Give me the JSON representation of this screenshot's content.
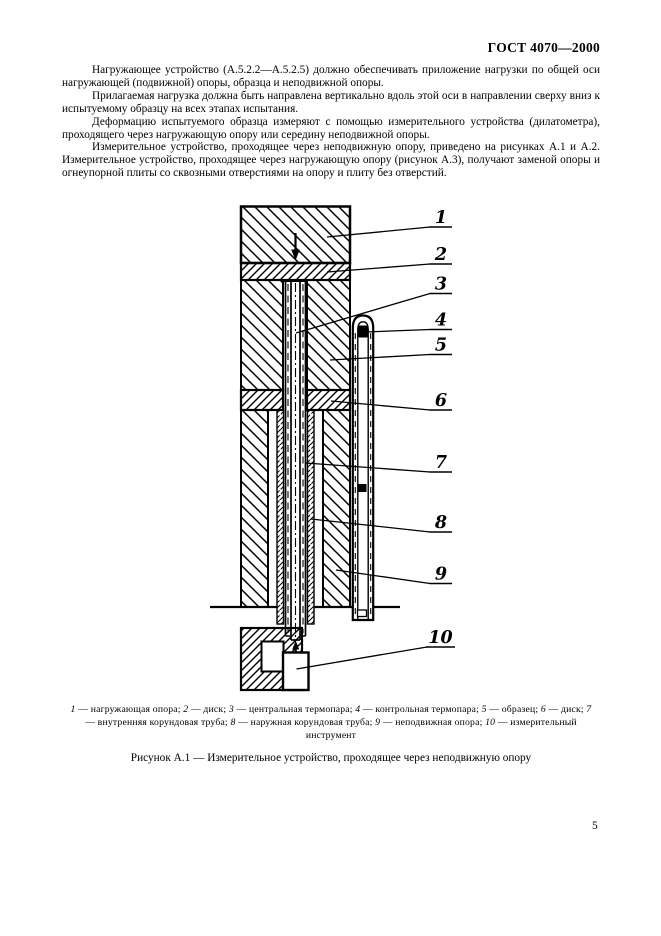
{
  "doc": {
    "standard": "ГОСТ 4070—2000",
    "page_number": "5",
    "paragraphs": [
      "Нагружающее устройство (А.5.2.2—А.5.2.5) должно обеспечивать приложение нагрузки по общей оси нагружающей (подвижной) опоры, образца и неподвижной опоры.",
      "Прилагаемая нагрузка должна быть направлена вертикально вдоль этой оси в направлении сверху вниз к испытуемому образцу на всех этапах испытания.",
      "Деформацию испытуемого образца измеряют с помощью измерительного устройства (дилатометра), проходящего через нагружающую опору или середину неподвижной опоры.",
      "Измерительное устройство, проходящее через неподвижную опору, приведено на рисунках А.1 и А.2. Измерительное устройство, проходящее через нагружающую опору (рисунок А.3), получают заменой опоры и огнеупорной плиты со сквозными отверстиями на опору и плиту без отверстий."
    ]
  },
  "figure": {
    "callouts": [
      "1",
      "2",
      "3",
      "4",
      "5",
      "6",
      "7",
      "8",
      "9",
      "10"
    ],
    "caption_items": [
      {
        "num": "1",
        "text": "нагружающая опора"
      },
      {
        "num": "2",
        "text": "диск"
      },
      {
        "num": "3",
        "text": "центральная термопара"
      },
      {
        "num": "4",
        "text": "контрольная термопара"
      },
      {
        "num": "5",
        "text": "образец"
      },
      {
        "num": "6",
        "text": "диск"
      },
      {
        "num": "7",
        "text": "внутренняя корундовая труба"
      },
      {
        "num": "8",
        "text": "наружная корундовая труба"
      },
      {
        "num": "9",
        "text": "неподвижная опора"
      },
      {
        "num": "10",
        "text": "измерительный инструмент"
      }
    ],
    "separators": {
      "dash": " — ",
      "item": "; "
    },
    "title": "Рисунок А.1 — Измерительное устройство, проходящее через неподвижную опору"
  },
  "colors": {
    "ink": "#000000",
    "paper": "#ffffff"
  }
}
